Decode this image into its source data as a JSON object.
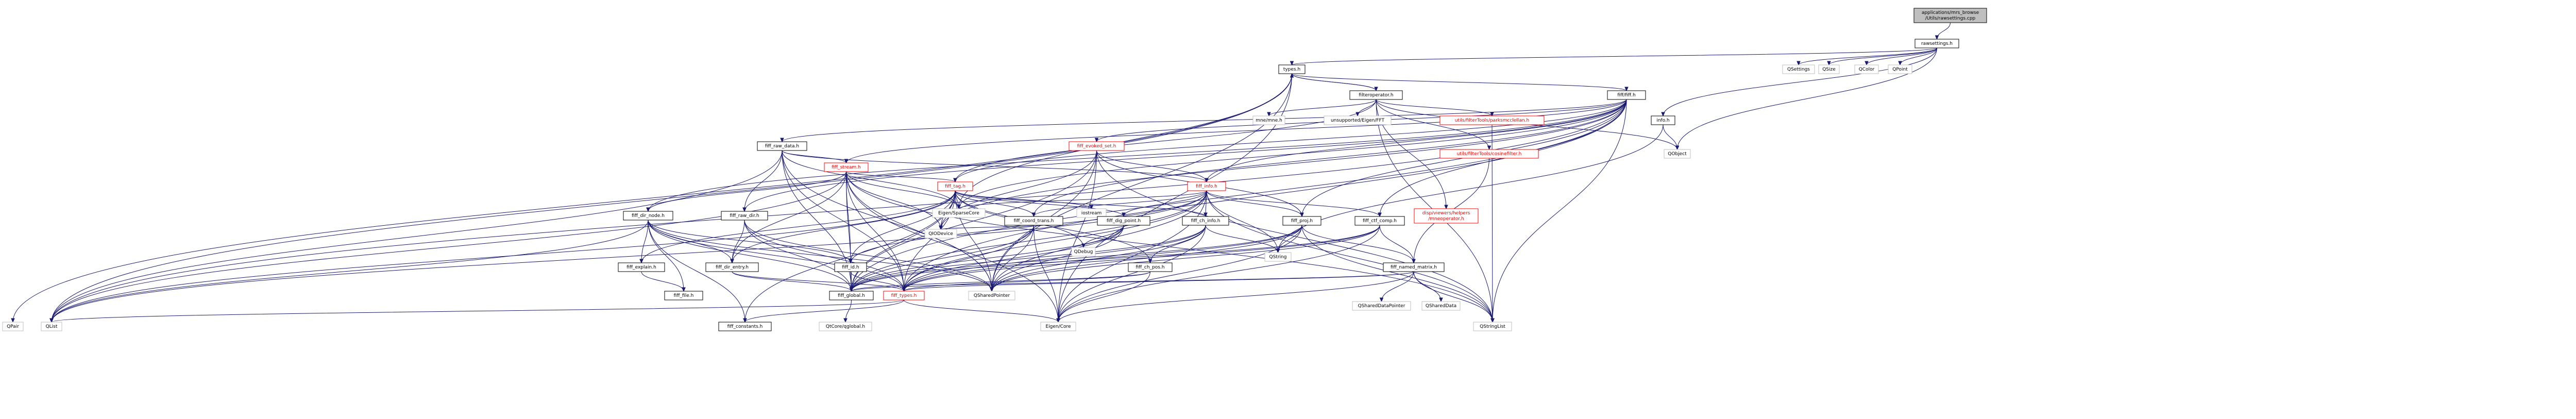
{
  "graph": {
    "nodes": [
      {
        "id": "root",
        "lines": [
          "applications/mrs_browse",
          "/Utils/rawsettings.cpp"
        ],
        "kind": "root",
        "link": false
      },
      {
        "id": "rawsettings",
        "lines": [
          "rawsettings.h"
        ],
        "kind": "local",
        "link": true
      },
      {
        "id": "types",
        "lines": [
          "types.h"
        ],
        "kind": "local",
        "link": true
      },
      {
        "id": "qsettings",
        "lines": [
          "QSettings"
        ],
        "kind": "ext",
        "link": false
      },
      {
        "id": "qsize",
        "lines": [
          "QSize"
        ],
        "kind": "ext",
        "link": false
      },
      {
        "id": "qcolor",
        "lines": [
          "QColor"
        ],
        "kind": "ext",
        "link": false
      },
      {
        "id": "qpoint",
        "lines": [
          "QPoint"
        ],
        "kind": "ext",
        "link": false
      },
      {
        "id": "filteroperator",
        "lines": [
          "filteroperator.h"
        ],
        "kind": "local",
        "link": true
      },
      {
        "id": "fiff",
        "lines": [
          "fiff/fiff.h"
        ],
        "kind": "local",
        "link": true
      },
      {
        "id": "mneinfo",
        "lines": [
          "mne/mne.h"
        ],
        "kind": "ext",
        "link": false
      },
      {
        "id": "eigenfft",
        "lines": [
          "unsupported/Eigen/FFT"
        ],
        "kind": "ext",
        "link": false
      },
      {
        "id": "parksmcclellan",
        "lines": [
          "utils/filterTools/parksmcclellan.h"
        ],
        "kind": "missing",
        "link": false
      },
      {
        "id": "info",
        "lines": [
          "info.h"
        ],
        "kind": "local",
        "link": true
      },
      {
        "id": "cosinefilter",
        "lines": [
          "utils/filterTools/cosinefilter.h"
        ],
        "kind": "missing",
        "link": false
      },
      {
        "id": "qobject",
        "lines": [
          "QObject"
        ],
        "kind": "ext",
        "link": false
      },
      {
        "id": "fiffrawdata",
        "lines": [
          "fiff_raw_data.h"
        ],
        "kind": "local",
        "link": true
      },
      {
        "id": "fiffevokedset",
        "lines": [
          "fiff_evoked_set.h"
        ],
        "kind": "missing",
        "link": true
      },
      {
        "id": "fiffstream",
        "lines": [
          "fiff_stream.h"
        ],
        "kind": "missing",
        "link": true
      },
      {
        "id": "fifftag",
        "lines": [
          "fiff_tag.h"
        ],
        "kind": "missing",
        "link": true
      },
      {
        "id": "fiffinfo",
        "lines": [
          "fiff_info.h"
        ],
        "kind": "missing",
        "link": true
      },
      {
        "id": "eigensparse",
        "lines": [
          "Eigen/SparseCore"
        ],
        "kind": "ext",
        "link": false
      },
      {
        "id": "iostream",
        "lines": [
          "iostream"
        ],
        "kind": "ext",
        "link": false
      },
      {
        "id": "diskviewers",
        "lines": [
          "disp/viewers/helpers",
          "/mneoperator.h"
        ],
        "kind": "missing",
        "link": false
      },
      {
        "id": "fiffdirnode",
        "lines": [
          "fiff_dir_node.h"
        ],
        "kind": "local",
        "link": true
      },
      {
        "id": "fiffrawdir",
        "lines": [
          "fiff_raw_dir.h"
        ],
        "kind": "local",
        "link": true
      },
      {
        "id": "fiffcoordtrans",
        "lines": [
          "fiff_coord_trans.h"
        ],
        "kind": "local",
        "link": true
      },
      {
        "id": "fiffdigpoint",
        "lines": [
          "fiff_dig_point.h"
        ],
        "kind": "local",
        "link": true
      },
      {
        "id": "fiffchinfo",
        "lines": [
          "fiff_ch_info.h"
        ],
        "kind": "local",
        "link": true
      },
      {
        "id": "fiffproj",
        "lines": [
          "fiff_proj.h"
        ],
        "kind": "local",
        "link": true
      },
      {
        "id": "fiffctfcomp",
        "lines": [
          "fiff_ctf_comp.h"
        ],
        "kind": "local",
        "link": true
      },
      {
        "id": "qiodevice",
        "lines": [
          "QIODevice"
        ],
        "kind": "ext",
        "link": false
      },
      {
        "id": "qdebug",
        "lines": [
          "QDebug"
        ],
        "kind": "ext",
        "link": false
      },
      {
        "id": "qstring",
        "lines": [
          "QString"
        ],
        "kind": "ext",
        "link": false
      },
      {
        "id": "fiffexplain",
        "lines": [
          "fiff_explain.h"
        ],
        "kind": "local",
        "link": true
      },
      {
        "id": "fiffdirentry",
        "lines": [
          "fiff_dir_entry.h"
        ],
        "kind": "local",
        "link": true
      },
      {
        "id": "fiffid",
        "lines": [
          "fiff_id.h"
        ],
        "kind": "local",
        "link": true
      },
      {
        "id": "fiffchpos",
        "lines": [
          "fiff_ch_pos.h"
        ],
        "kind": "local",
        "link": true
      },
      {
        "id": "fiffnamedmatrix",
        "lines": [
          "fiff_named_matrix.h"
        ],
        "kind": "local",
        "link": true
      },
      {
        "id": "fiffglobal",
        "lines": [
          "fiff_global.h"
        ],
        "kind": "local",
        "link": true
      },
      {
        "id": "fifftypes",
        "lines": [
          "fiff_types.h"
        ],
        "kind": "missing",
        "link": true
      },
      {
        "id": "fiffile",
        "lines": [
          "fiff_file.h"
        ],
        "kind": "local",
        "link": true
      },
      {
        "id": "qshareddata",
        "lines": [
          "QSharedData"
        ],
        "kind": "ext",
        "link": false
      },
      {
        "id": "qshareddatapointer",
        "lines": [
          "QSharedDataPointer"
        ],
        "kind": "ext",
        "link": false
      },
      {
        "id": "qsharedpointer",
        "lines": [
          "QSharedPointer"
        ],
        "kind": "ext",
        "link": false
      },
      {
        "id": "qpair",
        "lines": [
          "QPair"
        ],
        "kind": "ext",
        "link": false
      },
      {
        "id": "qlist",
        "lines": [
          "QList"
        ],
        "kind": "ext",
        "link": false
      },
      {
        "id": "qtcoreglobal",
        "lines": [
          "QtCore/qglobal.h"
        ],
        "kind": "ext",
        "link": false
      },
      {
        "id": "fiffconstants",
        "lines": [
          "fiff_constants.h"
        ],
        "kind": "local",
        "link": true
      },
      {
        "id": "eigencore",
        "lines": [
          "Eigen/Core"
        ],
        "kind": "ext",
        "link": false
      },
      {
        "id": "qstringlist",
        "lines": [
          "QStringList"
        ],
        "kind": "ext",
        "link": false
      }
    ],
    "edges": [
      [
        "root",
        "rawsettings"
      ],
      [
        "rawsettings",
        "types"
      ],
      [
        "rawsettings",
        "qsettings"
      ],
      [
        "rawsettings",
        "qsize"
      ],
      [
        "rawsettings",
        "qcolor"
      ],
      [
        "rawsettings",
        "qpoint"
      ],
      [
        "rawsettings",
        "info"
      ],
      [
        "rawsettings",
        "qobject"
      ],
      [
        "types",
        "filteroperator"
      ],
      [
        "types",
        "fiff"
      ],
      [
        "types",
        "eigensparse"
      ],
      [
        "types",
        "eigencore"
      ],
      [
        "types",
        "qpair"
      ],
      [
        "types",
        "qlist"
      ],
      [
        "types",
        "qsharedpointer"
      ],
      [
        "filteroperator",
        "types"
      ],
      [
        "filteroperator",
        "mneinfo"
      ],
      [
        "filteroperator",
        "eigenfft"
      ],
      [
        "filteroperator",
        "parksmcclellan"
      ],
      [
        "filteroperator",
        "cosinefilter"
      ],
      [
        "filteroperator",
        "diskviewers"
      ],
      [
        "filteroperator",
        "qobject"
      ],
      [
        "filteroperator",
        "qstringlist"
      ],
      [
        "filteroperator",
        "fifftag"
      ],
      [
        "info",
        "qobject"
      ],
      [
        "info",
        "qstring"
      ],
      [
        "parksmcclellan",
        "qstringlist"
      ],
      [
        "cosinefilter",
        "fiffnamedmatrix"
      ],
      [
        "fiff",
        "fiffrawdata"
      ],
      [
        "fiff",
        "fiffevokedset"
      ],
      [
        "fiff",
        "fiffstream"
      ],
      [
        "fiff",
        "fifftag"
      ],
      [
        "fiff",
        "fiffinfo"
      ],
      [
        "fiff",
        "fiffdirnode"
      ],
      [
        "fiff",
        "fiffrawdir"
      ],
      [
        "fiff",
        "fiffcoordtrans"
      ],
      [
        "fiff",
        "fiffproj"
      ],
      [
        "fiff",
        "fiffctfcomp"
      ],
      [
        "fiff",
        "fiffglobal"
      ],
      [
        "fiff",
        "fifftypes"
      ],
      [
        "fiff",
        "qiodevice"
      ],
      [
        "fiff",
        "eigensparse"
      ],
      [
        "fiff",
        "qlist"
      ],
      [
        "fiff",
        "qstringlist"
      ],
      [
        "fiffrawdata",
        "fiffstream"
      ],
      [
        "fiffrawdata",
        "fiffinfo"
      ],
      [
        "fiffrawdata",
        "fiffrawdir"
      ],
      [
        "fiffrawdata",
        "eigensparse"
      ],
      [
        "fiffrawdata",
        "qlist"
      ],
      [
        "fiffrawdata",
        "qsharedpointer"
      ],
      [
        "fiffrawdata",
        "fiffglobal"
      ],
      [
        "fiffrawdata",
        "fifftypes"
      ],
      [
        "fiffevokedset",
        "fiffinfo"
      ],
      [
        "fiffevokedset",
        "fiffproj"
      ],
      [
        "fiffevokedset",
        "qstringlist"
      ],
      [
        "fiffevokedset",
        "qsharedpointer"
      ],
      [
        "fiffevokedset",
        "eigencore"
      ],
      [
        "fiffevokedset",
        "qiodevice"
      ],
      [
        "fiffevokedset",
        "fiffglobal"
      ],
      [
        "fiffstream",
        "fifftag"
      ],
      [
        "fiffstream",
        "fiffdirnode"
      ],
      [
        "fiffstream",
        "fiffdirentry"
      ],
      [
        "fiffstream",
        "fiffid"
      ],
      [
        "fiffstream",
        "qiodevice"
      ],
      [
        "fiffstream",
        "qlist"
      ],
      [
        "fiffstream",
        "eigensparse"
      ],
      [
        "fiffstream",
        "qsharedpointer"
      ],
      [
        "fiffstream",
        "fiffglobal"
      ],
      [
        "fiffstream",
        "fifftypes"
      ],
      [
        "fiffstream",
        "qstringlist"
      ],
      [
        "fiffstream",
        "eigencore"
      ],
      [
        "fifftag",
        "fiffcoordtrans"
      ],
      [
        "fifftag",
        "fiffdigpoint"
      ],
      [
        "fifftag",
        "fiffchinfo"
      ],
      [
        "fifftag",
        "fiffchpos"
      ],
      [
        "fifftag",
        "fiffid"
      ],
      [
        "fifftag",
        "fiffdirentry"
      ],
      [
        "fifftag",
        "fiffexplain"
      ],
      [
        "fifftag",
        "fiffglobal"
      ],
      [
        "fifftag",
        "fifftypes"
      ],
      [
        "fifftag",
        "iostream"
      ],
      [
        "fifftag",
        "eigensparse"
      ],
      [
        "fifftag",
        "qdebug"
      ],
      [
        "fifftag",
        "qiodevice"
      ],
      [
        "fifftag",
        "qsharedpointer"
      ],
      [
        "fifftag",
        "fiffconstants"
      ],
      [
        "fifftag",
        "qlist"
      ],
      [
        "fiffinfo",
        "fiffchinfo"
      ],
      [
        "fiffinfo",
        "fiffcoordtrans"
      ],
      [
        "fiffinfo",
        "fiffdigpoint"
      ],
      [
        "fiffinfo",
        "fiffproj"
      ],
      [
        "fiffinfo",
        "fiffctfcomp"
      ],
      [
        "fiffinfo",
        "fiffid"
      ],
      [
        "fiffinfo",
        "fiffglobal"
      ],
      [
        "fiffinfo",
        "fifftypes"
      ],
      [
        "fiffinfo",
        "eigensparse"
      ],
      [
        "fiffinfo",
        "qstring"
      ],
      [
        "fiffinfo",
        "qsharedpointer"
      ],
      [
        "fiffinfo",
        "eigencore"
      ],
      [
        "fiffinfo",
        "qstringlist"
      ],
      [
        "fiffinfo",
        "qlist"
      ],
      [
        "fiffdirnode",
        "fiffdirentry"
      ],
      [
        "fiffdirnode",
        "fiffid"
      ],
      [
        "fiffdirnode",
        "fiffexplain"
      ],
      [
        "fiffdirnode",
        "fiffglobal"
      ],
      [
        "fiffdirnode",
        "fifftypes"
      ],
      [
        "fiffdirnode",
        "qlist"
      ],
      [
        "fiffdirnode",
        "qsharedpointer"
      ],
      [
        "fiffdirnode",
        "fiffile"
      ],
      [
        "fiffdirnode",
        "fiffconstants"
      ],
      [
        "fiffrawdir",
        "fiffdirentry"
      ],
      [
        "fiffrawdir",
        "fiffglobal"
      ],
      [
        "fiffrawdir",
        "fifftypes"
      ],
      [
        "fiffrawdir",
        "qsharedpointer"
      ],
      [
        "fiffcoordtrans",
        "fiffglobal"
      ],
      [
        "fiffcoordtrans",
        "fifftypes"
      ],
      [
        "fiffcoordtrans",
        "qiodevice"
      ],
      [
        "fiffcoordtrans",
        "qsharedpointer"
      ],
      [
        "fiffcoordtrans",
        "eigencore"
      ],
      [
        "fiffdigpoint",
        "fiffglobal"
      ],
      [
        "fiffdigpoint",
        "fifftypes"
      ],
      [
        "fiffdigpoint",
        "qdebug"
      ],
      [
        "fiffdigpoint",
        "qsharedpointer"
      ],
      [
        "fiffchinfo",
        "fiffchpos"
      ],
      [
        "fiffchinfo",
        "fiffglobal"
      ],
      [
        "fiffchinfo",
        "fifftypes"
      ],
      [
        "fiffchinfo",
        "qsharedpointer"
      ],
      [
        "fiffchinfo",
        "qstring"
      ],
      [
        "fiffchinfo",
        "eigencore"
      ],
      [
        "fiffproj",
        "fiffnamedmatrix"
      ],
      [
        "fiffproj",
        "fiffglobal"
      ],
      [
        "fiffproj",
        "fifftypes"
      ],
      [
        "fiffproj",
        "qstring"
      ],
      [
        "fiffproj",
        "qstringlist"
      ],
      [
        "fiffproj",
        "qsharedpointer"
      ],
      [
        "fiffproj",
        "eigencore"
      ],
      [
        "fiffctfcomp",
        "fiffnamedmatrix"
      ],
      [
        "fiffctfcomp",
        "fiffglobal"
      ],
      [
        "fiffctfcomp",
        "fifftypes"
      ],
      [
        "fiffctfcomp",
        "qsharedpointer"
      ],
      [
        "fiffctfcomp",
        "eigencore"
      ],
      [
        "fiffnamedmatrix",
        "fiffglobal"
      ],
      [
        "fiffnamedmatrix",
        "fifftypes"
      ],
      [
        "fiffnamedmatrix",
        "qshareddatapointer"
      ],
      [
        "fiffnamedmatrix",
        "qshareddata"
      ],
      [
        "fiffnamedmatrix",
        "qstringlist"
      ],
      [
        "fiffnamedmatrix",
        "eigencore"
      ],
      [
        "fiffexplain",
        "fiffile"
      ],
      [
        "fiffdirentry",
        "fifftypes"
      ],
      [
        "fiffdirentry",
        "fiffglobal"
      ],
      [
        "fiffid",
        "fiffglobal"
      ],
      [
        "fiffid",
        "fifftypes"
      ],
      [
        "fiffchpos",
        "fiffglobal"
      ],
      [
        "fiffchpos",
        "fifftypes"
      ],
      [
        "fiffchpos",
        "eigencore"
      ],
      [
        "fiffglobal",
        "qtcoreglobal"
      ],
      [
        "fifftypes",
        "fiffconstants"
      ],
      [
        "fifftypes",
        "eigencore"
      ],
      [
        "fifftypes",
        "qlist"
      ]
    ]
  },
  "colors": {
    "edge": "#191970",
    "root_fill": "#bfbfbf",
    "local_border": "#000000",
    "external_border": "#bfbfbf",
    "missing_border": "#ff0000"
  }
}
